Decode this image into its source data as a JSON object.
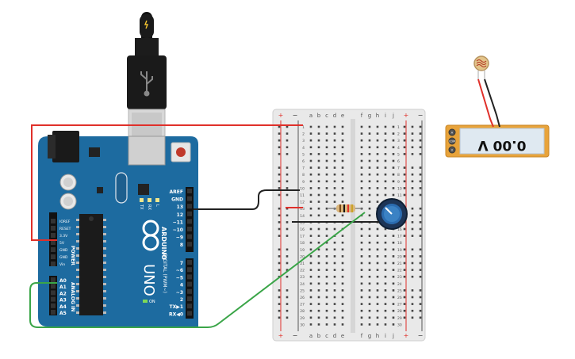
{
  "arduino": {
    "brand": "ARDUINO",
    "model": "UNO",
    "power_header_title": "POWER",
    "analog_header_title": "ANALOG IN",
    "digital_header_title": "DIGITAL (PWM~)",
    "power_pins": [
      "IOREF",
      "RESET",
      "3.3V",
      "5V",
      "GND",
      "GND",
      "Vin"
    ],
    "analog_pins": [
      "A0",
      "A1",
      "A2",
      "A3",
      "A4",
      "A5"
    ],
    "digital_pins_top": [
      "AREF",
      "GND",
      "13",
      "12",
      "~11",
      "~10",
      "~9",
      "8"
    ],
    "digital_pins_bottom": [
      "7",
      "~6",
      "~5",
      "4",
      "~3",
      "2",
      "TX▶1",
      "RX◀0"
    ],
    "leds": [
      "TX",
      "RX",
      "L"
    ],
    "on_led": "ON"
  },
  "breadboard": {
    "columns_left": [
      "a",
      "b",
      "c",
      "d",
      "e"
    ],
    "columns_right": [
      "f",
      "g",
      "h",
      "i",
      "j"
    ],
    "rail_plus": "+",
    "rail_minus": "−",
    "row_count": 30
  },
  "multimeter": {
    "reading": "0.00 V",
    "terminals": [
      "A",
      "COM",
      "V"
    ]
  },
  "colors": {
    "board": "#1d6ba0",
    "wire_red": "#e0302a",
    "wire_black": "#222222",
    "wire_green": "#3aa548",
    "meter_body": "#e8a33a",
    "meter_screen": "#dfe9f1"
  }
}
